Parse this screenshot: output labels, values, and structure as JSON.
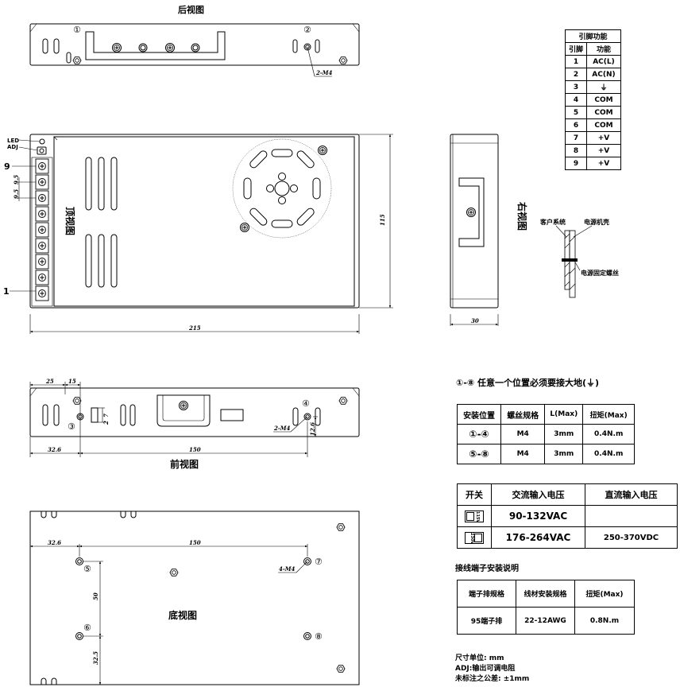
{
  "views": {
    "rear": "后视图",
    "top": "顶视图",
    "right": "右视图",
    "front": "前视图",
    "bottom": "底视图"
  },
  "labels": {
    "led": "LED",
    "adj": "ADJ",
    "pin9": "9",
    "pin1": "1",
    "pitch": "9.5",
    "customer": "客户系统",
    "shell": "电源机壳",
    "screw": "电源固定螺丝"
  },
  "markers": {
    "m1": "①",
    "m2": "②",
    "m3": "③",
    "m4": "④",
    "m5": "⑤",
    "m6": "⑥",
    "m7": "⑦",
    "m8": "⑧"
  },
  "dims": {
    "w215": "215",
    "h115": "115",
    "d30": "30",
    "d25": "25",
    "d15": "15",
    "d7": "7",
    "d2": "2",
    "d32_6": "32.6",
    "d150": "150",
    "d12_6": "12.6",
    "d50": "50",
    "d32_5": "32.5",
    "m4": "2-M4",
    "m4b": "4-M4"
  },
  "pin_table": {
    "title": "引脚功能",
    "headers": [
      "引脚",
      "功能"
    ],
    "rows": [
      [
        "1",
        "AC(L)"
      ],
      [
        "2",
        "AC(N)"
      ],
      [
        "3",
        "⏚"
      ],
      [
        "4",
        "COM"
      ],
      [
        "5",
        "COM"
      ],
      [
        "6",
        "COM"
      ],
      [
        "7",
        "+V"
      ],
      [
        "8",
        "+V"
      ],
      [
        "9",
        "+V"
      ]
    ]
  },
  "ground_note": "①-⑧ 任意一个位置必须要接大地(⏚)",
  "mount_table": {
    "headers": [
      "安装位置",
      "螺丝规格",
      "L(Max)",
      "扭矩(Max)"
    ],
    "rows": [
      [
        "①-④",
        "M4",
        "3mm",
        "0.4N.m"
      ],
      [
        "⑤-⑧",
        "M4",
        "3mm",
        "0.4N.m"
      ]
    ]
  },
  "switch_table": {
    "headers": [
      "开关",
      "交流输入电压",
      "直流输入电压"
    ],
    "rows": [
      {
        "switch": "115V",
        "ac": "90-132VAC",
        "dc": ""
      },
      {
        "switch": "230V",
        "ac": "176-264VAC",
        "dc": "250-370VDC"
      }
    ]
  },
  "terminal_title": "接线端子安装说明",
  "terminal_table": {
    "headers": [
      "端子排规格",
      "线材安装规格",
      "扭矩(Max)"
    ],
    "rows": [
      [
        "95端子排",
        "22-12AWG",
        "0.8N.m"
      ]
    ]
  },
  "notes": [
    "尺寸单位: mm",
    "ADJ:输出可调电阻",
    "未标注之公差: ±1mm"
  ]
}
